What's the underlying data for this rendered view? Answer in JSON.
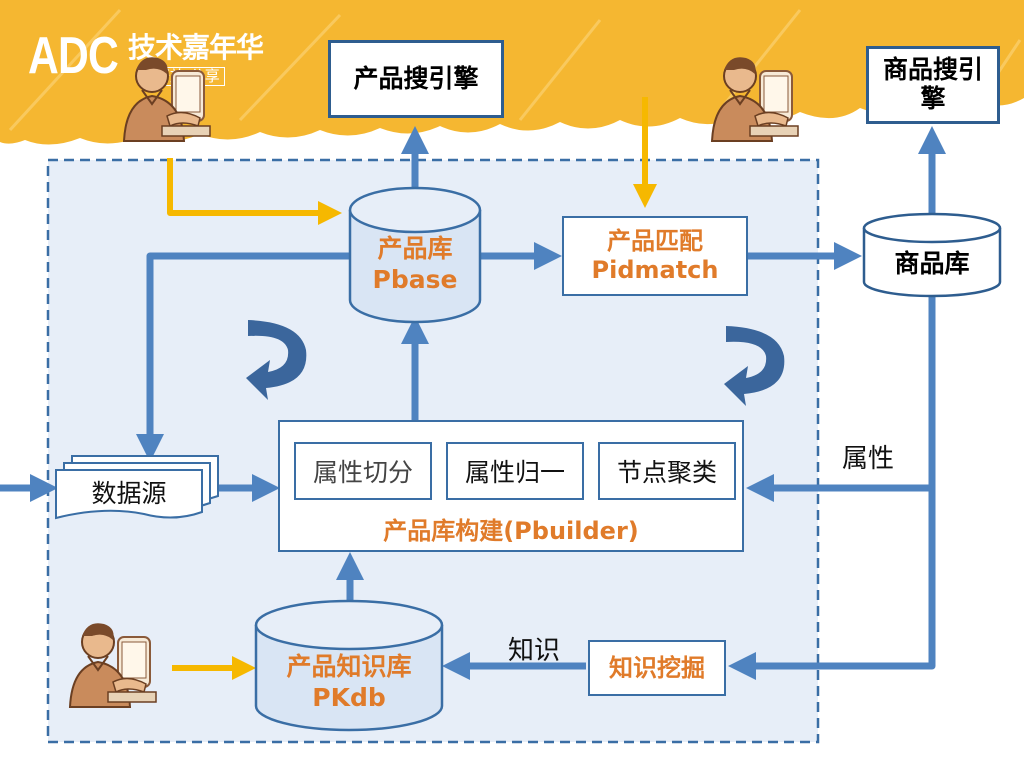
{
  "logo": {
    "main": "ADC",
    "sub1": "技术嘉年华",
    "sub2": "开放·分享"
  },
  "nodes": {
    "product_search": "产品搜引擎",
    "goods_search": "商品搜引擎",
    "pbase": {
      "cn": "产品库",
      "en": "Pbase"
    },
    "pidmatch": {
      "cn": "产品匹配",
      "en": "Pidmatch"
    },
    "goods_db": "商品库",
    "datasource": "数据源",
    "pbuilder": {
      "title": "产品库构建(Pbuilder)",
      "sub1": "属性切分",
      "sub2": "属性归一",
      "sub3": "节点聚类"
    },
    "pkdb": {
      "cn": "产品知识库",
      "en": "PKdb"
    },
    "mining": "知识挖掘"
  },
  "edge_labels": {
    "attributes": "属性",
    "knowledge": "知识"
  },
  "colors": {
    "banner": "#f5b731",
    "panel_fill": "#e7eef8",
    "panel_border": "#3a6ea5",
    "arrow_blue": "#4f83c0",
    "arrow_yellow": "#f6b800",
    "orange_text": "#e07b2a",
    "curl_blue": "#3b669c"
  },
  "icons": [
    "person-at-computer-icon",
    "circular-arrow-icon"
  ]
}
